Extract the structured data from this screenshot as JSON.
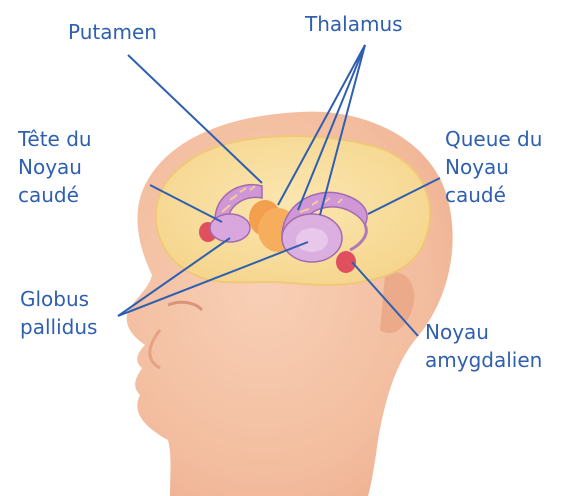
{
  "labels": {
    "putamen": "Putamen",
    "thalamus": "Thalamus",
    "caudate_head": [
      "Tête du",
      "Noyau",
      "caudé"
    ],
    "caudate_tail": [
      "Queue du",
      "Noyau",
      "caudé"
    ],
    "globus_pallidus": [
      "Globus",
      "pallidus"
    ],
    "amygdala": [
      "Noyau",
      "amygdalien"
    ]
  },
  "colors": {
    "label_text": "#2f5fb0",
    "skin": "#f4c3a5",
    "brain": "#f8dd9a",
    "caudate": "#d7a5dc",
    "thalamus": "#f3a657",
    "amygdala": "#e2525a"
  }
}
